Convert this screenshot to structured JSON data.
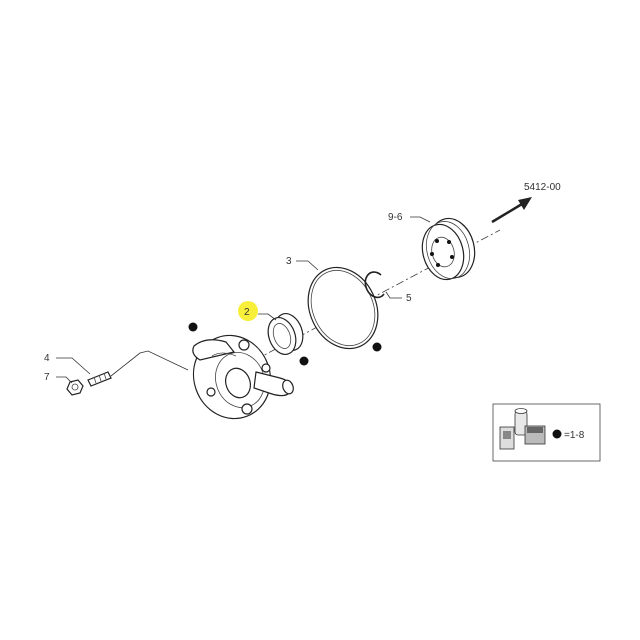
{
  "callouts": {
    "ref_out": "5412-00",
    "p9_6": "9-6",
    "p3": "3",
    "p2": "2",
    "p5": "5",
    "p4": "4",
    "p7": "7"
  },
  "legend": {
    "text": "=1-8"
  },
  "colors": {
    "highlight": "#f7ef3a",
    "ink": "#222222"
  },
  "icons": [
    "arrow-icon",
    "bullet-icon",
    "tools-icon"
  ]
}
